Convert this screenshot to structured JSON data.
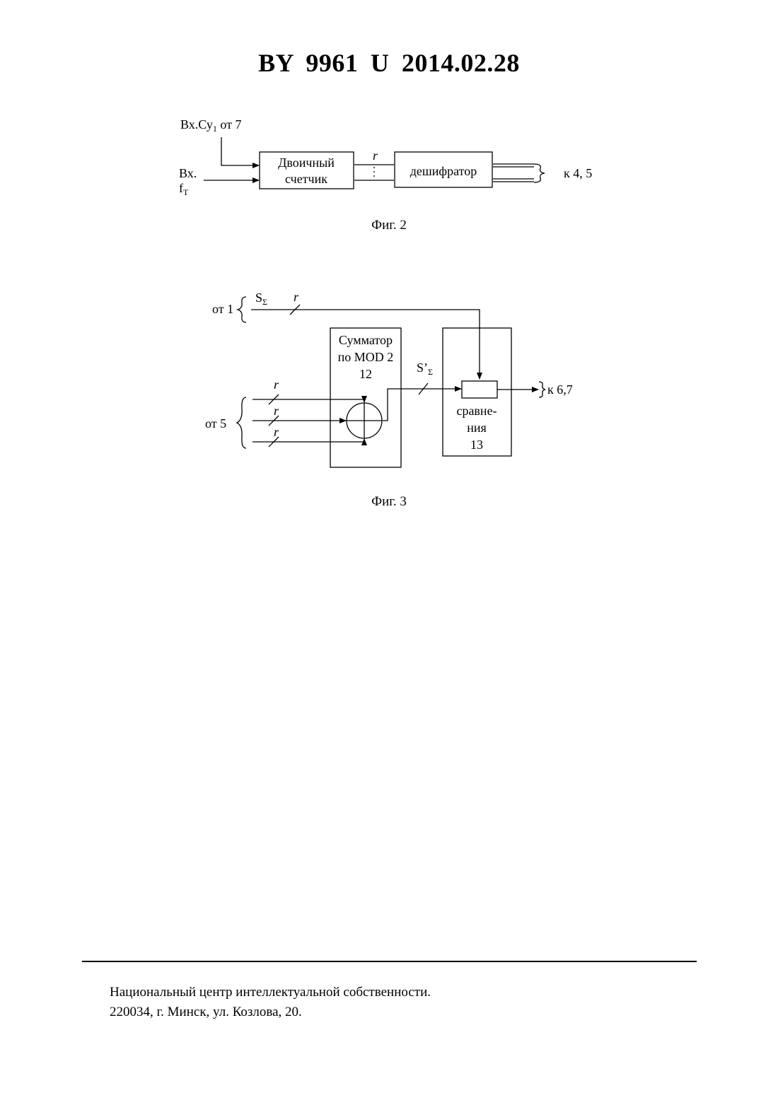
{
  "header": {
    "title": "BY 9961 U 2014.02.28"
  },
  "fig2": {
    "input_su_prefix": "Вх.Су",
    "input_su_sub": "1",
    "input_su_suffix": " от  7",
    "input_clock_line1": "Вх.",
    "input_clock_f": "f",
    "input_clock_sub": "Т",
    "counter_line1": "Двоичный",
    "counter_line2": "счетчик",
    "bus_label": "r",
    "decoder_label": "дешифратор",
    "output_label": "к  4, 5",
    "caption": "Фиг. 2"
  },
  "fig3": {
    "from1_label": "от 1",
    "s_sigma_s": "S",
    "s_sigma_sub": "Σ",
    "bus_r": "r",
    "adder_line1": "Сумматор",
    "adder_line2": "по MOD 2",
    "adder_number": "12",
    "s_prime_s": "S’",
    "s_prime_sub": "Σ",
    "compare_line1": "сравне-",
    "compare_line2": "ния",
    "compare_number": "13",
    "output_label": "к 6,7",
    "from5_label": "от 5",
    "caption": "Фиг. 3"
  },
  "footer": {
    "line1": "Национальный центр интеллектуальной собственности.",
    "line2": "220034, г. Минск, ул. Козлова, 20."
  }
}
